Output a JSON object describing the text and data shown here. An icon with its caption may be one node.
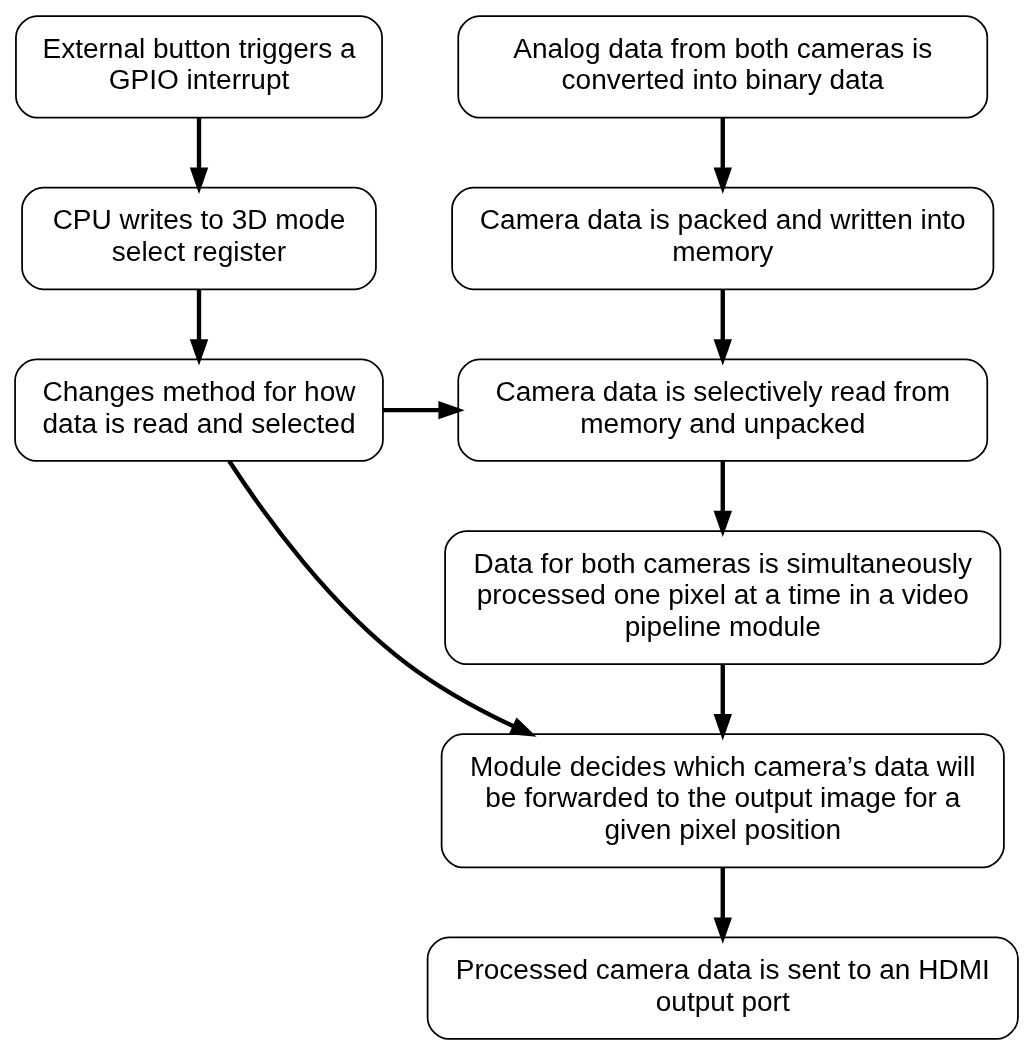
{
  "diagram": {
    "nodes": [
      {
        "text": [
          "External button triggers a GPIO interrupt"
        ]
      },
      {
        "text": [
          "CPU writes to 3D mode select register"
        ]
      },
      {
        "text": [
          "Changes method for how data is read and selected"
        ]
      },
      {
        "text": [
          "Analog data from both cameras is converted into binary data"
        ]
      },
      {
        "text": [
          "Camera data is packed and written into memory"
        ]
      },
      {
        "text": [
          "Camera data is selectively read from memory and unpacked"
        ]
      },
      {
        "text": [
          "Data for both cameras is simultaneously processed one pixel at a time in a video pipeline module"
        ]
      },
      {
        "text": [
          "Module decides which camera’s data will be forwarded to the output image for a given pixel position"
        ]
      },
      {
        "text": [
          "Processed camera data is sent to an HDMI output port"
        ]
      }
    ],
    "edges": [
      {
        "from": 0,
        "to": 1,
        "arrow": "to"
      },
      {
        "from": 1,
        "to": 2,
        "arrow": "to"
      },
      {
        "from": 2,
        "to": 5,
        "arrow": "to"
      },
      {
        "from": 2,
        "to": 7,
        "arrow": "to"
      },
      {
        "from": 3,
        "to": 4,
        "arrow": "to"
      },
      {
        "from": 4,
        "to": 5,
        "arrow": "to"
      },
      {
        "from": 5,
        "to": 6,
        "arrow": "to"
      },
      {
        "from": 6,
        "to": 7,
        "arrow": "to"
      },
      {
        "from": 7,
        "to": 8,
        "arrow": "to"
      }
    ]
  }
}
